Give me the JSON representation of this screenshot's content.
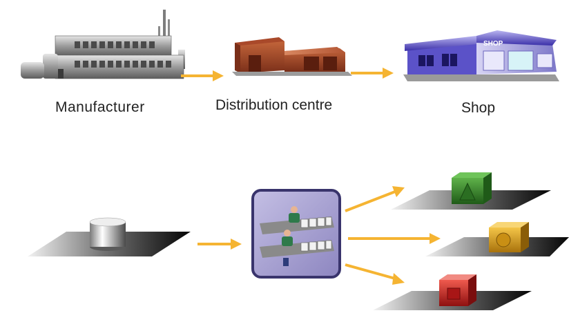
{
  "supply_chain": {
    "labels": {
      "manufacturer": "Manufacturer",
      "distribution": "Distribution centre",
      "shop": "Shop"
    },
    "shop_sign": "SHOP"
  },
  "colors": {
    "arrow": "#f5b432",
    "green_block": "#3a8a2e",
    "yellow_block": "#e0a51c",
    "red_block": "#d22626",
    "panel_bg": "#aaa3cf",
    "panel_border": "#39346c"
  },
  "icons": {
    "manufacturer": "factory-icon",
    "distribution": "warehouse-icon",
    "shop": "shop-building-icon",
    "source": "grey-cylinder-icon",
    "process": "workers-sorting-icon",
    "outputs": [
      "green-triangle-box-icon",
      "yellow-circle-box-icon",
      "red-square-box-icon"
    ]
  }
}
